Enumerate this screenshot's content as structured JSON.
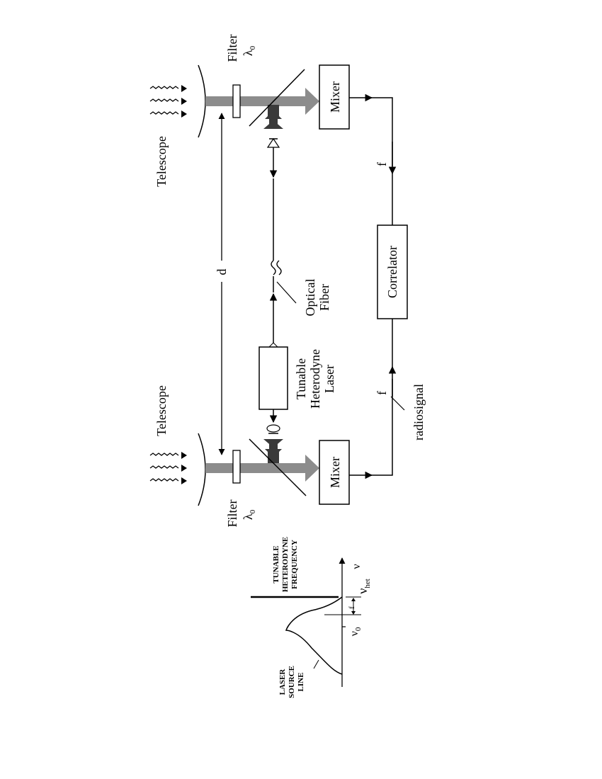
{
  "labels": {
    "telescope_top": "Telescope",
    "telescope_bottom": "Telescope",
    "filter_top": "Filter",
    "filter_bottom": "Filter",
    "lambda": "λ",
    "lambda_sub": "0",
    "mixer_top": "Mixer",
    "mixer_bottom": "Mixer",
    "correlator": "Correlator",
    "distance": "d",
    "optical_fiber_1": "Optical",
    "optical_fiber_2": "Fiber",
    "laser_1": "Tunable",
    "laser_2": "Heterodyne",
    "laser_3": "Laser",
    "freq_top": "f",
    "freq_bottom": "f",
    "radiosignal": "radiosignal"
  },
  "inset": {
    "tunable_1": "TUNABLE",
    "tunable_2": "HETERODYNE",
    "tunable_3": "FREQUENCY",
    "laser_1": "LASER",
    "laser_2": "SOURCE",
    "laser_3": "LINE",
    "nu": "ν",
    "nu_het": "ν",
    "nu_het_sub": "het",
    "nu0": "ν",
    "nu0_sub": "0",
    "f": "f"
  },
  "colors": {
    "beam": "#8c8c8c",
    "local_beam": "#3a3a3a",
    "line": "#000000"
  }
}
